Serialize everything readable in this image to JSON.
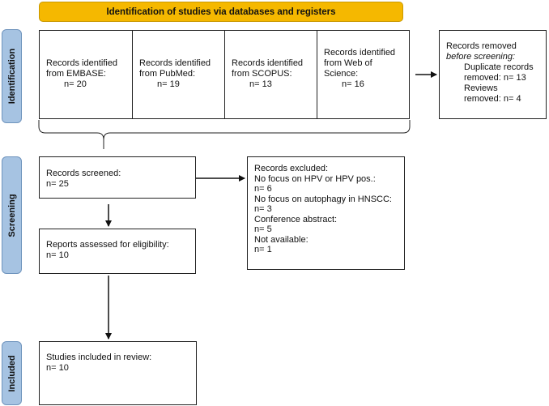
{
  "banner": "Identification of studies via databases and registers",
  "phases": {
    "identification": "Identification",
    "screening": "Screening",
    "included": "Included"
  },
  "sources": [
    {
      "label_lines": [
        "Records identified",
        "from EMBASE:"
      ],
      "count": "n= 20"
    },
    {
      "label_lines": [
        "Records identified",
        "from PubMed:"
      ],
      "count": "n= 19"
    },
    {
      "label_lines": [
        "Records identified",
        "from SCOPUS:"
      ],
      "count": "n= 13"
    },
    {
      "label_lines": [
        "Records identified",
        "from Web of",
        "Science:"
      ],
      "count": "n= 16"
    }
  ],
  "removed": {
    "title": "Records removed",
    "subtitle": "before screening:",
    "duplicate_label": "Duplicate records",
    "duplicate_value": "removed: n= 13",
    "reviews_label": "Reviews",
    "reviews_value": "removed: n= 4"
  },
  "screened": {
    "label": "Records screened:",
    "count": "n= 25"
  },
  "excluded": {
    "lines": [
      "Records excluded:",
      "No focus on HPV or HPV pos.:",
      "n= 6",
      "No focus on autophagy in HNSCC:",
      "n= 3",
      "Conference abstract:",
      "n= 5",
      "Not available:",
      "n= 1"
    ]
  },
  "assessed": {
    "label": "Reports assessed for eligibility:",
    "count": "n= 10"
  },
  "included": {
    "label": "Studies included in review:",
    "count": "n= 10"
  }
}
